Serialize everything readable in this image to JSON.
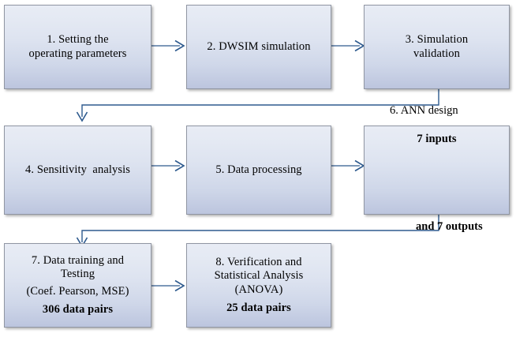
{
  "diagram": {
    "title": "ANN modelling methodology flowchart",
    "accent_line_color": "#2e5a8e",
    "box_border_color": "#9096a3",
    "box_gradient_top": "#e8ecf5",
    "box_gradient_bottom": "#bcc5de",
    "text_color": "#000000"
  },
  "nodes": [
    {
      "id": "step1",
      "lines": [
        "1. Setting the",
        "operating parameters"
      ],
      "bold_lines": []
    },
    {
      "id": "step2",
      "lines": [
        "2. DWSIM simulation"
      ],
      "bold_lines": []
    },
    {
      "id": "step3",
      "lines": [
        "3. Simulation",
        "validation"
      ],
      "bold_lines": []
    },
    {
      "id": "step4",
      "lines": [
        "4. Sensitivity  analysis"
      ],
      "bold_lines": []
    },
    {
      "id": "step5",
      "lines": [
        "5. Data processing"
      ],
      "bold_lines": []
    },
    {
      "id": "step6",
      "lines": [
        "7 inputs"
      ],
      "bold_lines": [
        "7 inputs"
      ]
    },
    {
      "id": "step7",
      "lines": [
        "7. Data training and",
        "Testing",
        "(Coef. Pearson, MSE)",
        "306 data pairs"
      ],
      "bold_lines": [
        "306 data pairs"
      ]
    },
    {
      "id": "step8",
      "lines": [
        "8. Verification and",
        "Statistical Analysis",
        "(ANOVA)",
        "25 data pairs"
      ],
      "bold_lines": [
        "25 data pairs"
      ]
    }
  ],
  "edge_labels": {
    "ann_design": "6. ANN design",
    "and_outputs": "and 7 outputs"
  }
}
